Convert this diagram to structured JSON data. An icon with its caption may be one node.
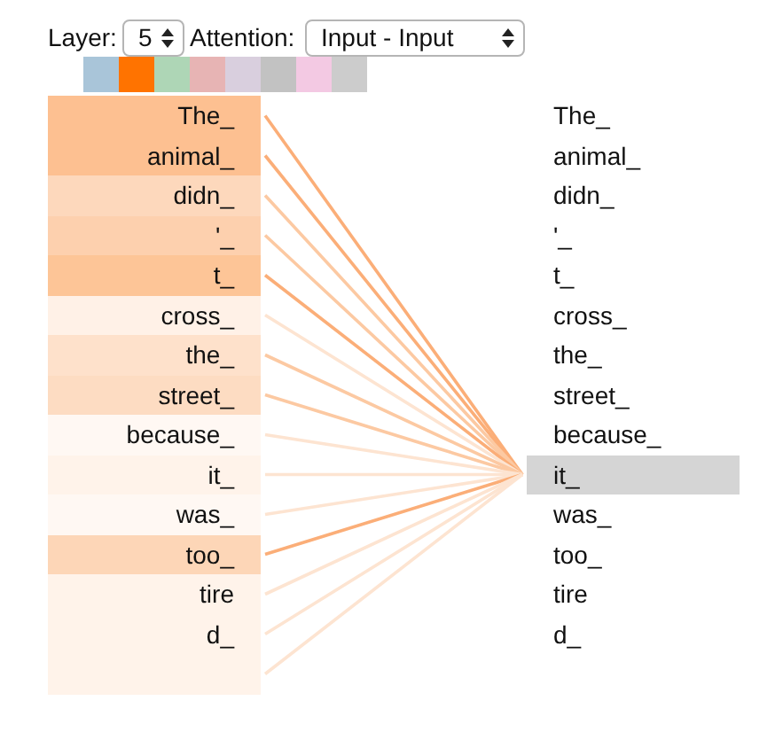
{
  "diagram": {
    "nodes": [
      {
        "text": [
          "The_"
        ]
      },
      {
        "text": [
          "animal_"
        ]
      },
      {
        "text": [
          "didn_"
        ]
      },
      {
        "text": [
          "'_"
        ]
      },
      {
        "text": [
          "t_"
        ]
      },
      {
        "text": [
          "cross_"
        ]
      },
      {
        "text": [
          "the_"
        ]
      },
      {
        "text": [
          "street_"
        ]
      },
      {
        "text": [
          "because_"
        ]
      },
      {
        "text": [
          "it_"
        ]
      },
      {
        "text": [
          "was_"
        ]
      },
      {
        "text": [
          "too_"
        ]
      },
      {
        "text": [
          "tire"
        ]
      },
      {
        "text": [
          "d_"
        ]
      },
      {
        "text": [],
        "shape": "box"
      },
      {
        "text": [
          "The_"
        ]
      },
      {
        "text": [
          "animal_"
        ]
      },
      {
        "text": [
          "didn_"
        ]
      },
      {
        "text": [
          "'_"
        ]
      },
      {
        "text": [
          "t_"
        ]
      },
      {
        "text": [
          "cross_"
        ]
      },
      {
        "text": [
          "the_"
        ]
      },
      {
        "text": [
          "street_"
        ]
      },
      {
        "text": [
          "because_"
        ]
      },
      {
        "text": [
          "it_"
        ]
      },
      {
        "text": [
          "was_"
        ]
      },
      {
        "text": [
          "too_"
        ]
      },
      {
        "text": [
          "tire"
        ]
      },
      {
        "text": [
          "d_"
        ]
      }
    ],
    "edges": [
      {
        "from": 0,
        "to": 24,
        "arrow": "none",
        "color": "#fbae78"
      },
      {
        "from": 1,
        "to": 24,
        "arrow": "none",
        "color": "#fbae78"
      },
      {
        "from": 2,
        "to": 24,
        "arrow": "none",
        "color": "#fcc9a2"
      },
      {
        "from": 3,
        "to": 24,
        "arrow": "none",
        "color": "#fcc9a2"
      },
      {
        "from": 4,
        "to": 24,
        "arrow": "none",
        "color": "#fbae78"
      },
      {
        "from": 5,
        "to": 24,
        "arrow": "none"
      },
      {
        "from": 6,
        "to": 24,
        "arrow": "none",
        "color": "#fcc9a2"
      },
      {
        "from": 7,
        "to": 24,
        "arrow": "none",
        "color": "#fcc9a2"
      },
      {
        "from": 8,
        "to": 24,
        "arrow": "none"
      },
      {
        "from": 9,
        "to": 24,
        "arrow": "none"
      },
      {
        "from": 10,
        "to": 24,
        "arrow": "none"
      },
      {
        "from": 11,
        "to": 24,
        "arrow": "none",
        "color": "#fbae78"
      },
      {
        "from": 12,
        "to": 24,
        "arrow": "none"
      },
      {
        "from": 13,
        "to": 24,
        "arrow": "none"
      },
      {
        "from": 14,
        "to": 24,
        "arrow": "none"
      }
    ],
    "labels": [
      "Layer:",
      "5",
      "Attention:",
      "Input - Input"
    ]
  }
}
